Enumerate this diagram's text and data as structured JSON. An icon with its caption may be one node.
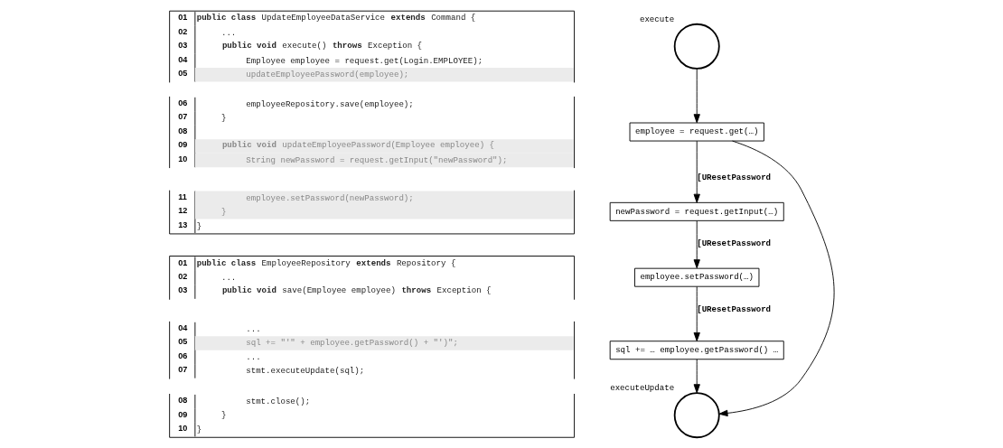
{
  "diagram": {
    "nodes": [
      {
        "text": [],
        "shape": "circle",
        "beside": [
          "execute"
        ]
      },
      {
        "text": [
          "employee = request.get(…)"
        ]
      },
      {
        "text": [
          "newPassword = request.getInput(…)"
        ]
      },
      {
        "text": [
          "employee.setPassword(…)"
        ]
      },
      {
        "text": [
          "sql += … employee.getPassword() …"
        ]
      },
      {
        "text": [],
        "shape": "circle",
        "beside": [
          "executeUpdate"
        ]
      }
    ],
    "edges": [
      {
        "from": 0,
        "to": 1,
        "arrow": "to"
      },
      {
        "from": 1,
        "to": 2,
        "arrow": "to",
        "label": "[UResetPassword"
      },
      {
        "from": 1,
        "to": 5,
        "arrow": "to"
      },
      {
        "from": 2,
        "to": 3,
        "arrow": "to",
        "label": "[UResetPassword"
      },
      {
        "from": 3,
        "to": 4,
        "arrow": "to",
        "label": "[UResetPassword"
      },
      {
        "from": 4,
        "to": 5,
        "arrow": "to"
      }
    ],
    "labels": [
      "01",
      "**public class** UpdateEmployeeDataService **extends** Command {",
      "02",
      "...",
      "03",
      "**public void** execute() **throws** Exception {",
      "04",
      "Employee employee = request.get(Login.EMPLOYEE);",
      "05",
      "updateEmployeePassword(employee);",
      "06",
      "employeeRepository.save(employee);",
      "07",
      "}",
      "08",
      "09",
      "**public void** updateEmployeePassword(Employee employee) {",
      "10",
      "String newPassword = request.getInput(\"newPassword\");",
      "11",
      "employee.setPassword(newPassword);",
      "12",
      "}",
      "13",
      "}",
      "01",
      "**public class** EmployeeRepository **extends** Repository {",
      "02",
      "...",
      "03",
      "**public void** save(Employee employee) **throws** Exception {",
      "04",
      "...",
      "05",
      "sql += \"'\" + employee.getPassword() + \"')\";",
      "06",
      "...",
      "07",
      "stmt.executeUpdate(sql);",
      "08",
      "stmt.close();",
      "09",
      "}",
      "10",
      "}"
    ]
  }
}
